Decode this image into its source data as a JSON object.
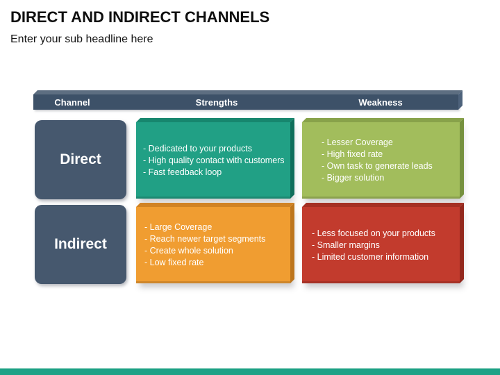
{
  "slide": {
    "title": "DIRECT AND INDIRECT CHANNELS",
    "subtitle": "Enter your sub headline here"
  },
  "table": {
    "headers": [
      "Channel",
      "Strengths",
      "Weakness"
    ],
    "rows": [
      {
        "channel": "Direct",
        "strengths": [
          "- Dedicated to your products",
          "- High quality contact with customers",
          "- Fast feedback loop"
        ],
        "weakness": [
          "- Lesser Coverage",
          "- High fixed rate",
          "- Own task to generate leads",
          "- Bigger solution"
        ]
      },
      {
        "channel": "Indirect",
        "strengths": [
          "- Large Coverage",
          "- Reach newer target segments",
          "- Create whole solution",
          "- Low fixed rate"
        ],
        "weakness": [
          "- Less focused on your products",
          "- Smaller margins",
          "- Limited customer information"
        ]
      }
    ]
  },
  "colors": {
    "header_bar": "#3d5168",
    "channel_cell": "#46586e",
    "direct_strengths_cell": "#21a085",
    "direct_weakness_cell": "#a2bd5c",
    "indirect_strengths_cell": "#f09d31",
    "indirect_weakness_cell": "#c23b2d",
    "footer_bar": "#1fa287",
    "cell_text": "#ffffff",
    "title_text": "#0e0e0e"
  }
}
